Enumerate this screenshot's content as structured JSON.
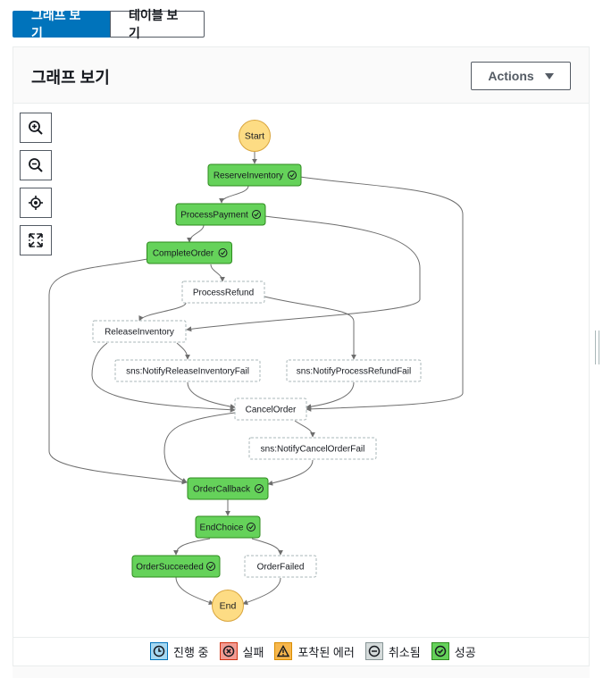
{
  "tabs": {
    "graph_view": "그래프 보기",
    "table_view": "테이블 보기"
  },
  "panel": {
    "title": "그래프 보기",
    "actions_label": "Actions"
  },
  "zoom_controls": [
    "zoom-in-icon",
    "zoom-out-icon",
    "center-icon",
    "fit-screen-icon"
  ],
  "colors": {
    "succeeded_fill": "#65d25a",
    "succeeded_border": "#2e8b1e",
    "terminal_fill": "#fddc84",
    "terminal_border": "#d9a53d",
    "edge": "#6e6e6e",
    "active_tab": "#0073bb"
  },
  "states": {
    "start": "Start",
    "reserve_inventory": "ReserveInventory",
    "process_payment": "ProcessPayment",
    "complete_order": "CompleteOrder",
    "process_refund": "ProcessRefund",
    "release_inventory": "ReleaseInventory",
    "notify_release_inventory_fail": "sns:NotifyReleaseInventoryFail",
    "notify_process_refund_fail": "sns:NotifyProcessRefundFail",
    "cancel_order": "CancelOrder",
    "notify_cancel_order_fail": "sns:NotifyCancelOrderFail",
    "order_callback": "OrderCallback",
    "end_choice": "EndChoice",
    "order_succeeded": "OrderSucceeded",
    "order_failed": "OrderFailed",
    "end": "End"
  },
  "legend": {
    "in_progress": "진행 중",
    "failed": "실패",
    "caught_error": "포착된 에러",
    "cancelled": "취소됨",
    "succeeded": "성공"
  }
}
